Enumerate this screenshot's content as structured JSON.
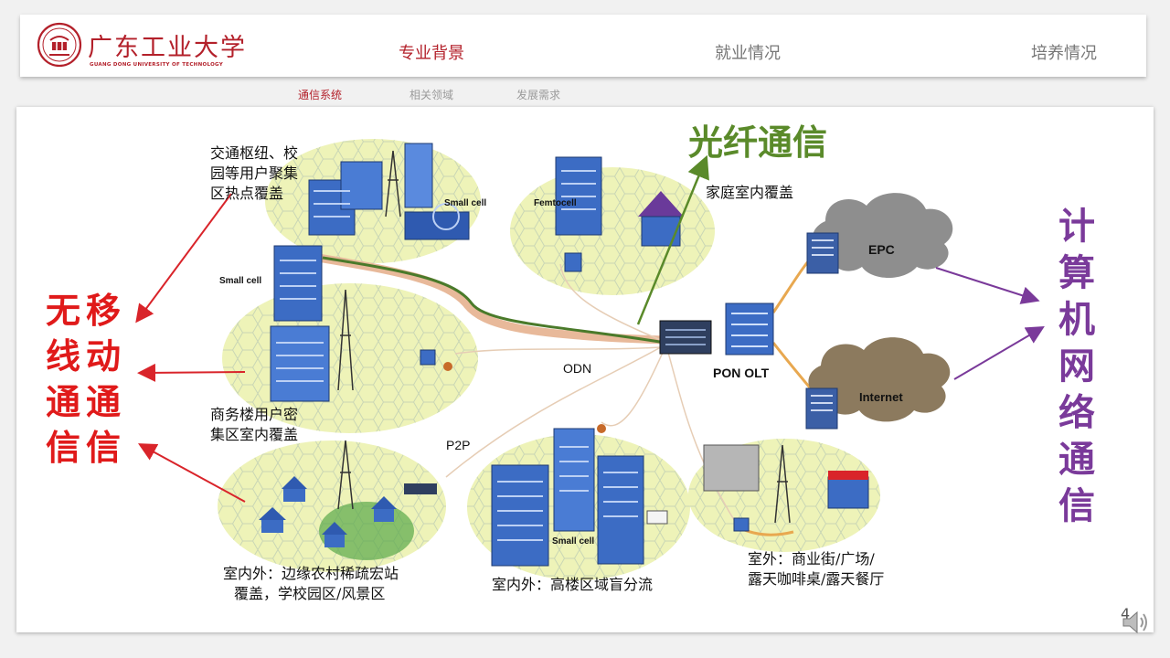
{
  "logo": {
    "cn_name": "广东工业大学",
    "en_name": "GUANG DONG UNIVERSITY OF TECHNOLOGY"
  },
  "nav": {
    "tabs": [
      {
        "label": "专业背景",
        "active": true
      },
      {
        "label": "就业情况",
        "active": false
      },
      {
        "label": "培养情况",
        "active": false
      }
    ]
  },
  "subnav": {
    "items": [
      {
        "label": "通信系统",
        "active": true
      },
      {
        "label": "相关领域",
        "active": false
      },
      {
        "label": "发展需求",
        "active": false
      }
    ]
  },
  "diagram": {
    "labels": {
      "hotspot": [
        "交通枢纽、校",
        "园等用户聚集",
        "区热点覆盖"
      ],
      "home": "家庭室内覆盖",
      "business": [
        "商务楼用户密",
        "集区室内覆盖"
      ],
      "rural": [
        "室内外：边缘农村稀疏宏站",
        "覆盖，学校园区/风景区"
      ],
      "highrise": "室内外：高楼区域盲分流",
      "street": [
        "室外：商业街/广场/",
        "露天咖啡桌/露天餐厅"
      ],
      "small_cell_1": "Small cell",
      "small_cell_2": "Small cell",
      "small_cell_3": "Small cell",
      "femtocell": "Femtocell",
      "odn": "ODN",
      "pon_olt": "PON OLT",
      "p2p": "P2P",
      "epc": "EPC",
      "internet": "Internet"
    },
    "categories": {
      "fiber": "光纤通信",
      "wireless_col1": [
        "无",
        "线",
        "通",
        "信"
      ],
      "wireless_col2": [
        "移",
        "动",
        "通",
        "信"
      ],
      "computer_network": [
        "计",
        "算",
        "机",
        "网",
        "络",
        "通",
        "信"
      ]
    }
  },
  "colors": {
    "brand": "#b3202a",
    "fiber": "#5a8a2a",
    "wireless": "#e01a1a",
    "network": "#7a3a9a"
  },
  "footer": {
    "page_number": "4",
    "speaker_icon": "speaker-icon"
  }
}
